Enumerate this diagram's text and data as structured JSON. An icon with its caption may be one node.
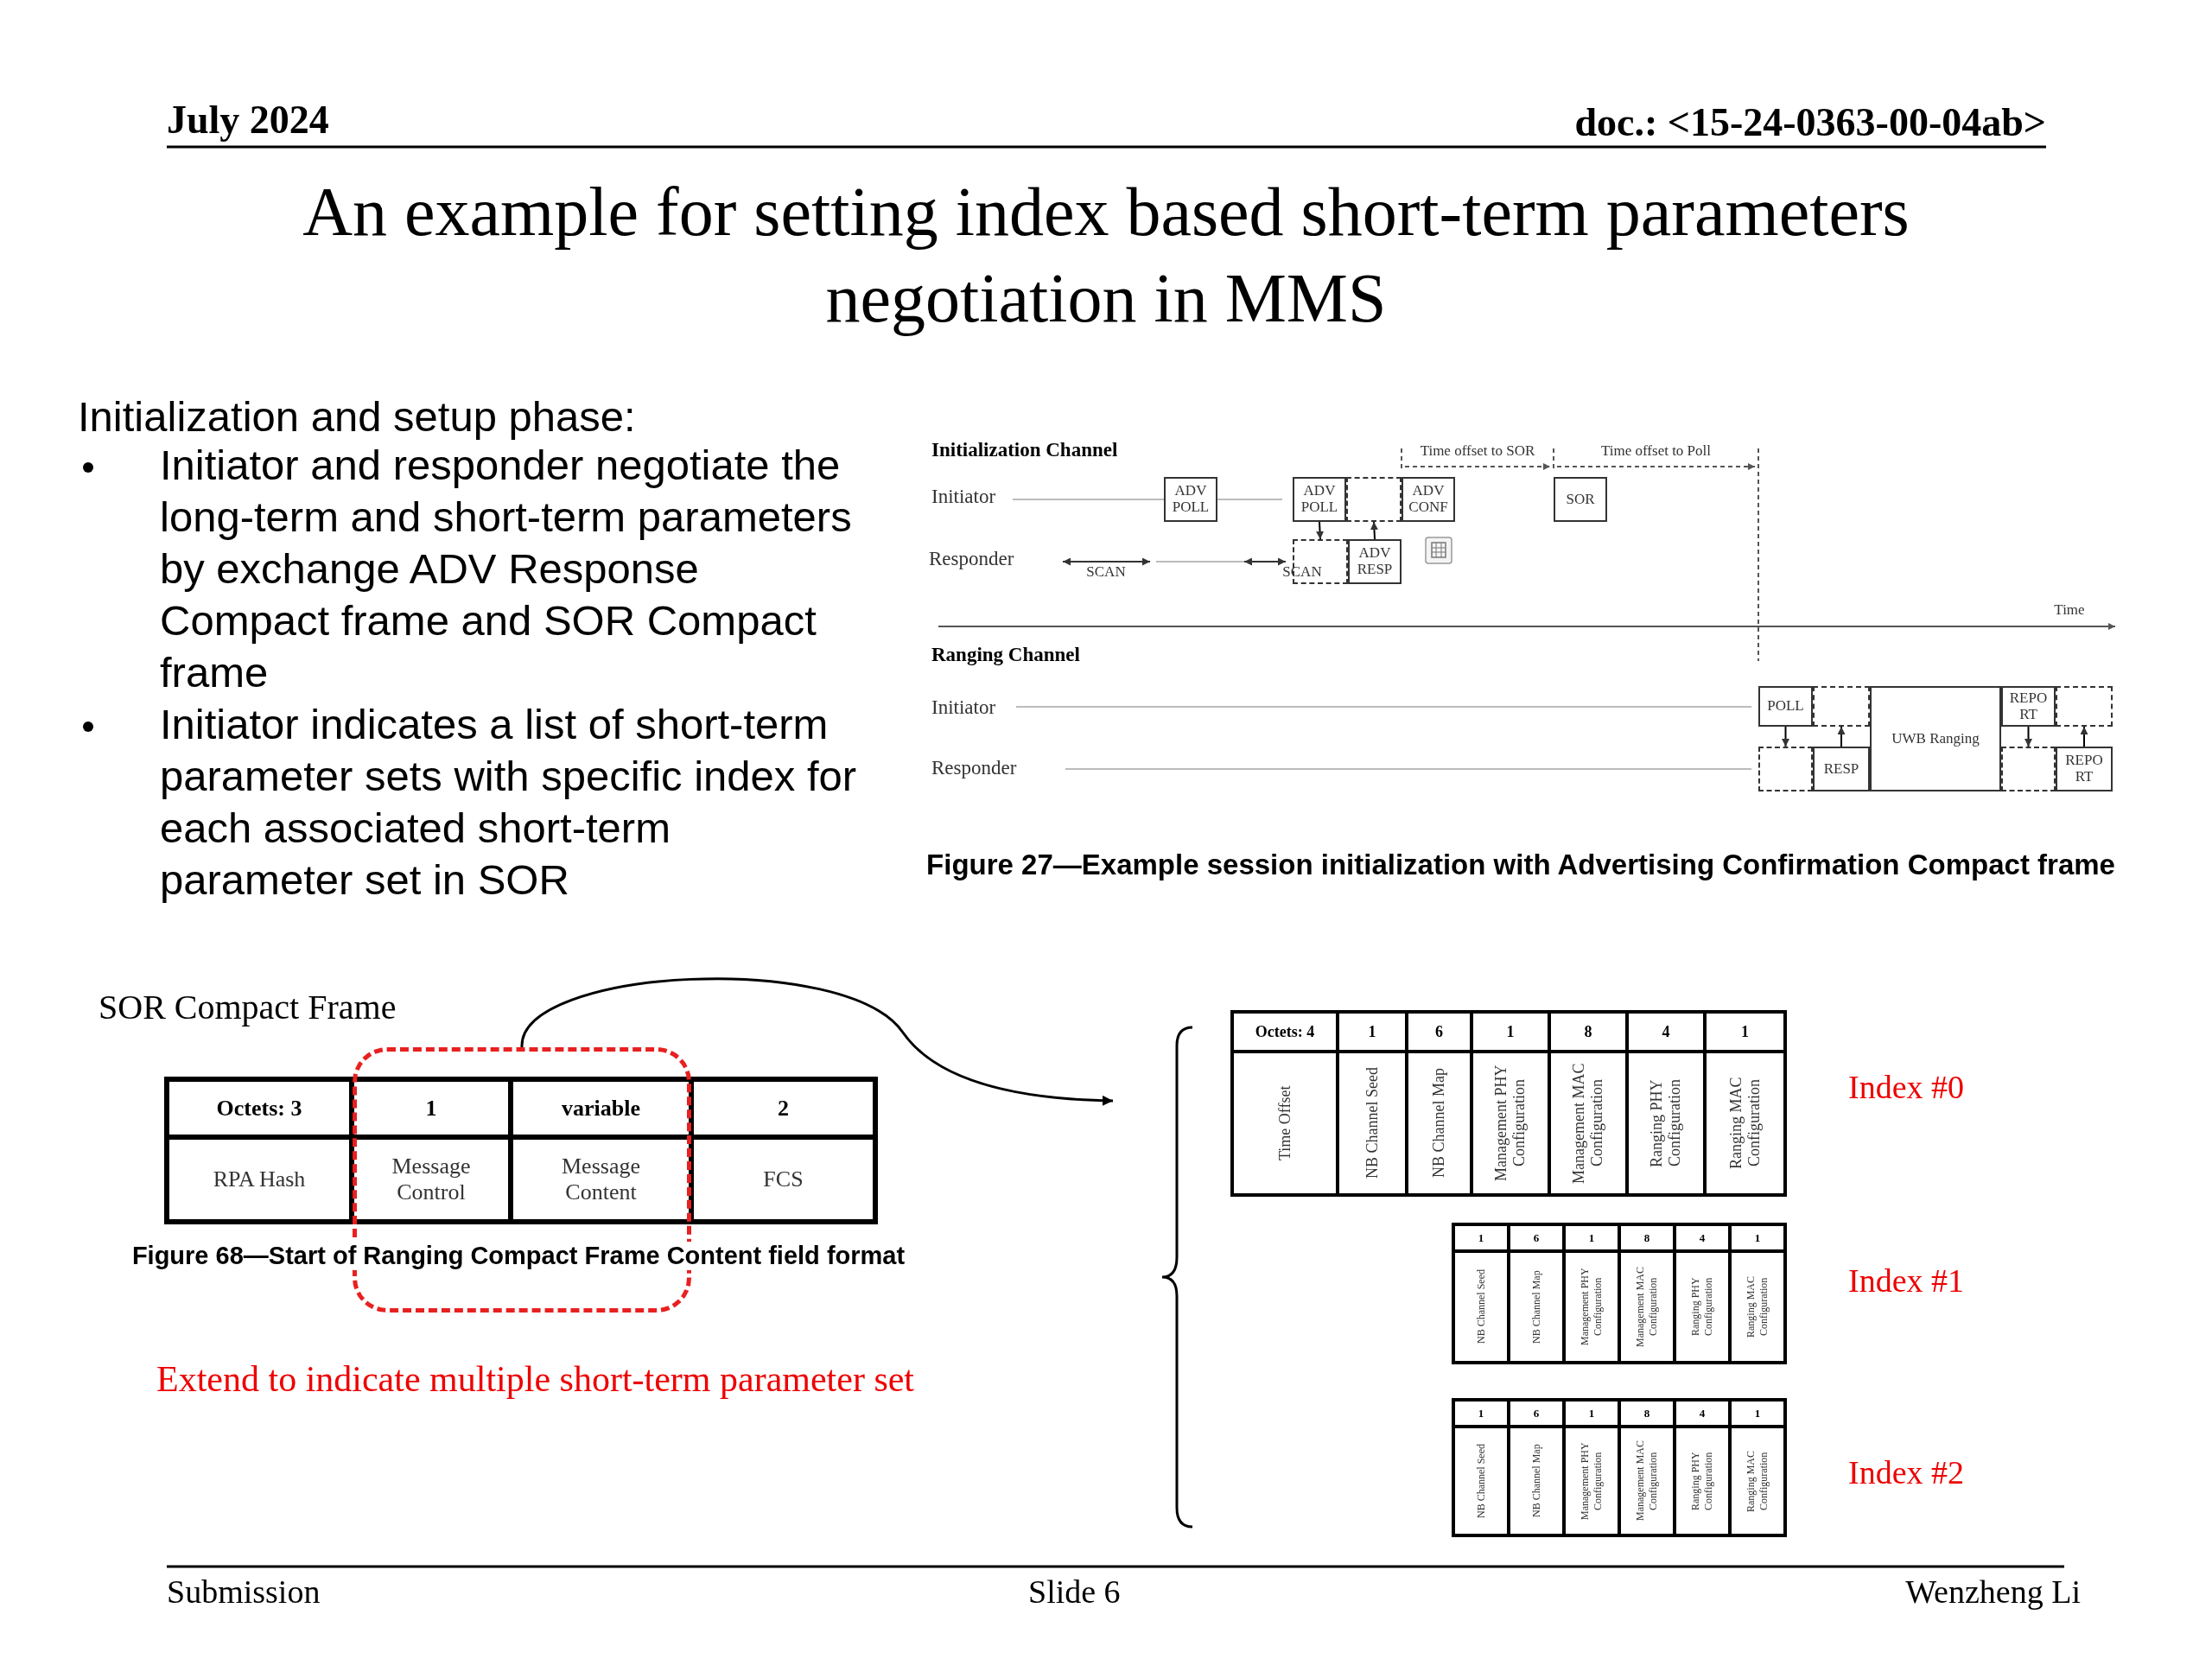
{
  "diagram": {
    "title": "An example for setting index based short-term parameters negotiation in MMS",
    "nodes": [
      {
        "text": [
          "ADV POLL"
        ]
      },
      {
        "text": [
          "ADV POLL"
        ]
      },
      {
        "text": [
          "ADV CONF"
        ]
      },
      {
        "text": [
          "SOR"
        ]
      },
      {
        "text": [
          "ADV RESP"
        ]
      },
      {
        "text": [
          "POLL"
        ]
      },
      {
        "text": [
          "RESP"
        ]
      },
      {
        "text": [
          "UWB Ranging"
        ]
      },
      {
        "text": [
          "REPO RT"
        ]
      },
      {
        "text": [
          "REPO RT"
        ]
      },
      {
        "text": [],
        "shape": "box"
      },
      {
        "text": [],
        "shape": "box"
      },
      {
        "text": [],
        "shape": "box"
      },
      {
        "text": [],
        "shape": "box"
      },
      {
        "text": [],
        "shape": "box"
      },
      {
        "text": [],
        "shape": "box"
      },
      {
        "text": [],
        "shape": "box"
      }
    ],
    "edges": [
      {
        "from": 1,
        "to": 11,
        "arrow": "to"
      },
      {
        "from": 4,
        "to": 12,
        "arrow": "to"
      },
      {
        "from": 5,
        "to": 13,
        "arrow": "to"
      },
      {
        "from": 6,
        "to": 14,
        "arrow": "to"
      },
      {
        "from": 8,
        "to": 15,
        "arrow": "to"
      },
      {
        "from": 9,
        "to": 16,
        "arrow": "to"
      },
      {
        "from": 10,
        "to": null,
        "arrow": "to"
      }
    ],
    "labels": [
      "July 2024",
      "doc.: <15-24-0363-00-04ab>",
      "Initialization and setup phase:",
      "Initiator and responder negotiate the long-term and short-term parameters by exchange ADV Response Compact frame and SOR Compact frame",
      "Initiator indicates a list of short-term parameter sets with specific index for each associated short-term parameter set in SOR",
      "Initialization Channel",
      "Time offset to SOR",
      "Time offset to Poll",
      "Initiator",
      "Responder",
      "SCAN",
      "SCAN",
      "Time",
      "Ranging Channel",
      "Initiator",
      "Responder",
      "Figure 27—Example session initialization with Advertising Confirmation Compact frame",
      "SOR Compact Frame",
      "Octets: 3",
      "1",
      "variable",
      "2",
      "RPA Hash",
      "Message Control",
      "Message Content",
      "FCS",
      "Figure 68—Start of Ranging Compact Frame Content field format",
      "Extend to indicate multiple short-term parameter set",
      "Octets: 4",
      "1",
      "6",
      "1",
      "8",
      "4",
      "1",
      "Time Offset",
      "NB Channel Seed",
      "NB Channel Map",
      "Management PHY Configuration",
      "Management MAC Configuration",
      "Ranging PHY Configuration",
      "Ranging MAC Configuration",
      "Index #0",
      "1",
      "6",
      "1",
      "8",
      "4",
      "1",
      "NB Channel Seed",
      "NB Channel Map",
      "Management PHY Configuration",
      "Management MAC Configuration",
      "Ranging PHY Configuration",
      "Ranging MAC Configuration",
      "Index #1",
      "1",
      "6",
      "1",
      "8",
      "4",
      "1",
      "NB Channel Seed",
      "NB Channel Map",
      "Management PHY Configuration",
      "Management MAC Configuration",
      "Ranging PHY Configuration",
      "Ranging MAC Configuration",
      "Index #2",
      "Submission",
      "Slide 6",
      "Wenzheng Li"
    ]
  }
}
